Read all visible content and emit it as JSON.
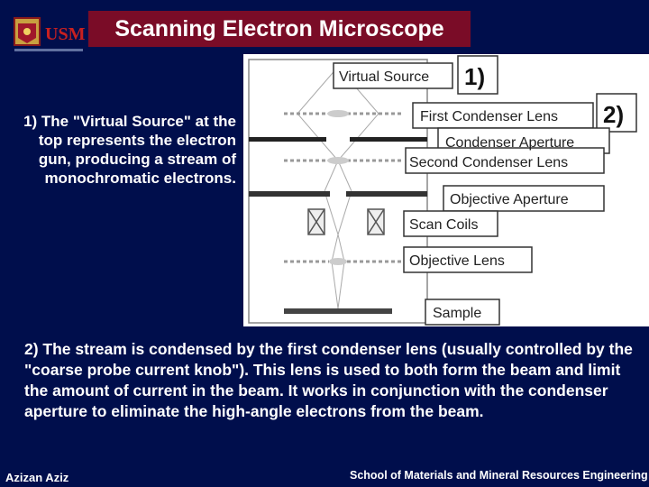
{
  "title": "Scanning Electron Microscope",
  "paragraph_1": "1) The \"Virtual Source\" at the top represents the electron gun, producing a stream of monochromatic electrons.",
  "paragraph_2": "2) The stream is condensed by the first condenser lens (usually controlled by the \"coarse probe current knob\"). This lens is used to both form the beam and limit the amount of current in the beam. It works in conjunction with the condenser aperture to eliminate the high-angle electrons from the beam.",
  "diagram": {
    "labels": {
      "virtual_source": "Virtual Source",
      "first_condenser_lens": "First Condenser Lens",
      "condenser_aperture": "Condenser Aperture",
      "second_condenser_lens": "Second Condenser Lens",
      "objective_aperture": "Objective Aperture",
      "scan_coils": "Scan Coils",
      "objective_lens": "Objective Lens",
      "sample": "Sample"
    },
    "callout_1": "1)",
    "callout_2": "2)"
  },
  "footer": {
    "author": "Azizan Aziz",
    "school": "School of Materials and Mineral Resources Engineering"
  },
  "colors": {
    "background": "#000e4c",
    "title_bar": "#7a0c27",
    "text": "#ffffff"
  },
  "logo_text": "USM"
}
